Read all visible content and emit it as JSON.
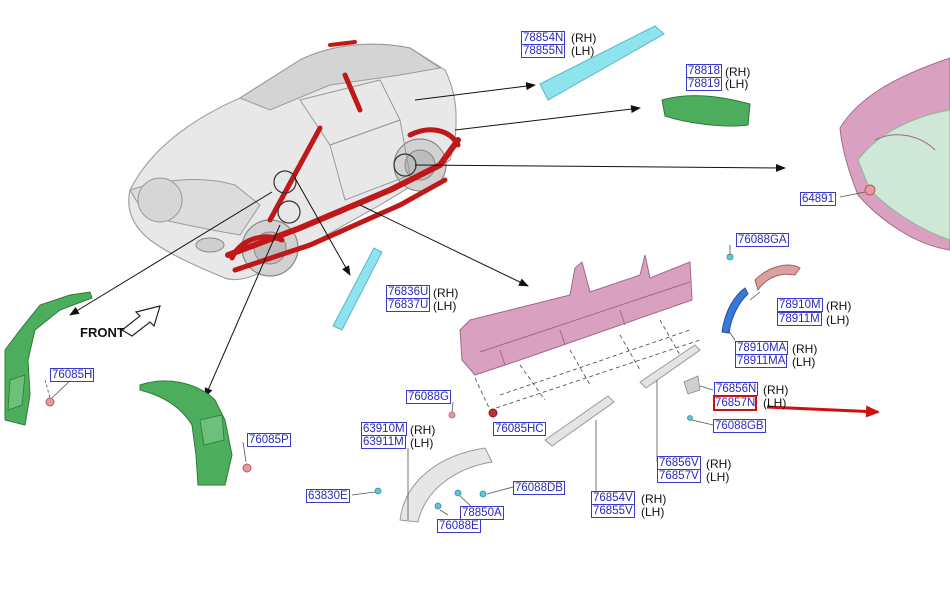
{
  "diagram": {
    "front_label": "FRONT",
    "part_numbers": {
      "p78854N": "78854N",
      "p78855N": "78855N",
      "p78818": "78818",
      "p78819": "78819",
      "p64891": "64891",
      "p76836U": "76836U",
      "p76837U": "76837U",
      "p76085H": "76085H",
      "p76085P": "76085P",
      "p76088GA": "76088GA",
      "p78910M": "78910M",
      "p78911M": "78911M",
      "p78910MA": "78910MA",
      "p78911MA": "78911MA",
      "p76856N": "76856N",
      "p76857N": "76857N",
      "p76088GB": "76088GB",
      "p76088G": "76088G",
      "p76085HC": "76085HC",
      "p63910M": "63910M",
      "p63911M": "63911M",
      "p76856V": "76856V",
      "p76857V": "76857V",
      "p63830E": "63830E",
      "p76088DB": "76088DB",
      "p78850A": "78850A",
      "p76088E": "76088E",
      "p76854V": "76854V",
      "p76855V": "76855V"
    },
    "side_labels": {
      "rh": "(RH)",
      "lh": "(LH)"
    },
    "highlighted_part": "76857N",
    "colors": {
      "label_text": "#2a2ab8",
      "label_border": "#3a3acc",
      "highlight": "#d01010",
      "car_body": "#cfcfcf",
      "red_parts": "#c01818",
      "pink_panels": "#d9a0c0",
      "green_pillar": "#3c9a4c",
      "cyan_molding": "#8ee4ee",
      "blue_strip": "#3a78d8",
      "silver_parts": "#d8d8d8"
    }
  }
}
